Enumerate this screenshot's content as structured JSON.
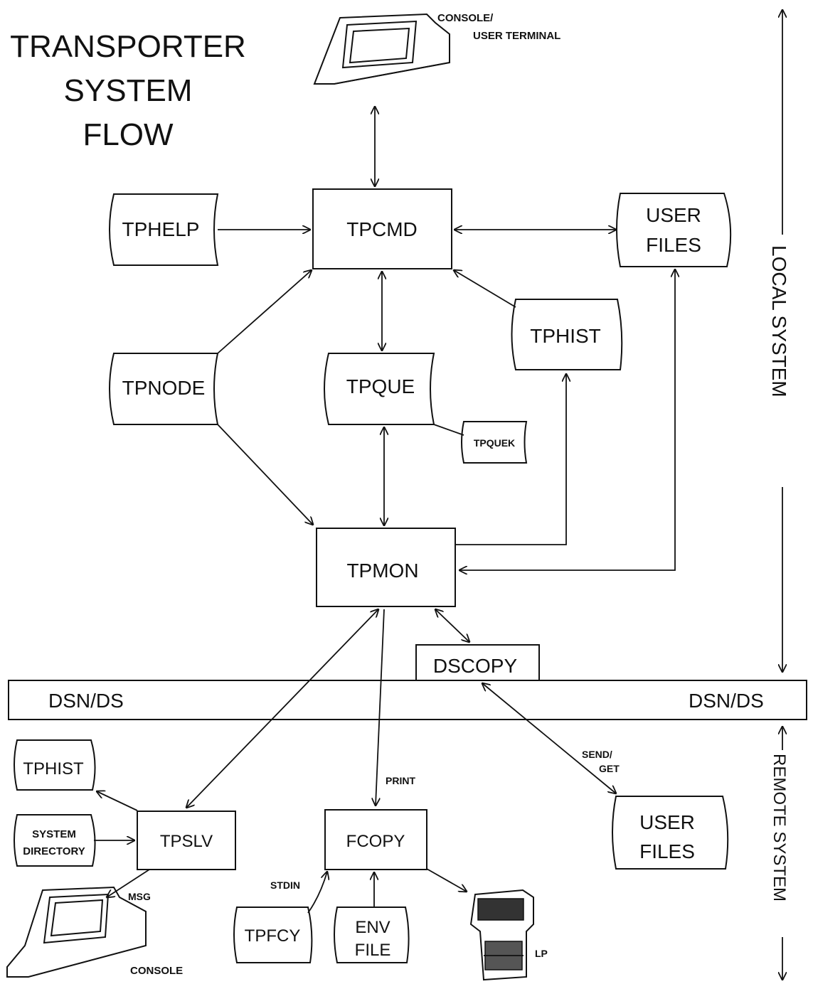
{
  "title": {
    "line1": "TRANSPORTER",
    "line2": "SYSTEM",
    "line3": "FLOW"
  },
  "local": {
    "console_label_1": "CONSOLE/",
    "console_label_2": "USER TERMINAL",
    "tpcmd": "TPCMD",
    "tphelp": "TPHELP",
    "user_files_1": "USER",
    "user_files_2": "FILES",
    "tphist": "TPHIST",
    "tpnode": "TPNODE",
    "tpque": "TPQUE",
    "tpquek": "TPQUEK",
    "tpmon": "TPMON",
    "dscopy": "DSCOPY"
  },
  "network": {
    "left": "DSN/DS",
    "right": "DSN/DS"
  },
  "remote": {
    "tphist": "TPHIST",
    "sysdir_1": "SYSTEM",
    "sysdir_2": "DIRECTORY",
    "tpslv": "TPSLV",
    "msg": "MSG",
    "console": "CONSOLE",
    "print": "PRINT",
    "fcopy": "FCOPY",
    "stdin": "STDIN",
    "tpfcy": "TPFCY",
    "env_1": "ENV",
    "env_2": "FILE",
    "lp": "LP",
    "send_get_1": "SEND/",
    "send_get_2": "GET",
    "user_files_1": "USER",
    "user_files_2": "FILES"
  },
  "side": {
    "local": "LOCAL SYSTEM",
    "remote": "REMOTE SYSTEM"
  }
}
